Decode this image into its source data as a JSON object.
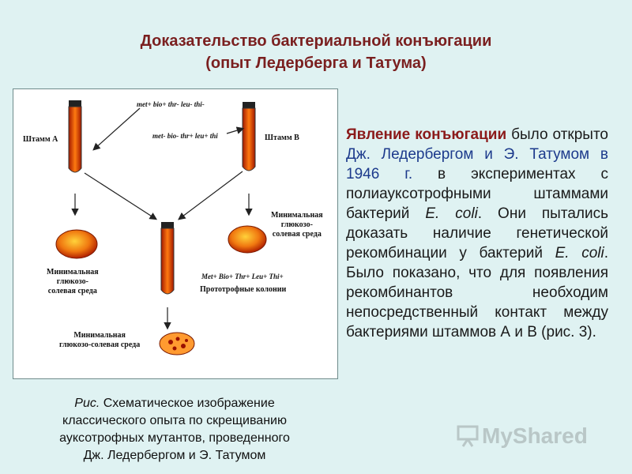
{
  "title": {
    "line1": "Доказательство бактериальной конъюгации",
    "line2": "(опыт Ледерберга и Татума)"
  },
  "figure": {
    "strain_a": "Штамм А",
    "strain_b": "Штамм В",
    "genotype_a": "met+ bio+ thr- leu- thi-",
    "genotype_b": "met- bio- thr+ leu+ thi",
    "medium_right_1": "Минимальная",
    "medium_right_2": "глюкозо-",
    "medium_right_3": "солевая среда",
    "medium_left_1": "Минимальная",
    "medium_left_2": "глюкозо-",
    "medium_left_3": "солевая среда",
    "recombinant_genotype": "Met+ Bio+ Thr+ Leu+ Thi+",
    "prototroph_colonies": "Прототрофные колонии",
    "medium_bottom_1": "Минимальная",
    "medium_bottom_2": "глюкозо-солевая среда"
  },
  "caption": {
    "prefix": "Рис.",
    "line1": " Схематическое изображение",
    "line2": "классического опыта по скрещиванию",
    "line3": "ауксотрофных мутантов, проведенного",
    "line4": "Дж. Ледербергом и Э. Татумом"
  },
  "text": {
    "part1": "Явление конъюгации",
    "part2": " было открыто ",
    "part3": "Дж. Ледербергом и Э. Татумом в 1946 г.",
    "part4": " в экспериментах с полиауксотрофными штаммами бактерий ",
    "part5": "E. coli",
    "part6": ". Они пытались доказать наличие генетической рекомбинации у бактерий ",
    "part7": "E. coli",
    "part8": ". Было показано, что для появления рекомбинантов необходим непосредственный контакт между бактериями штаммов А и В (рис. 3)."
  },
  "watermark": "MyShared",
  "colors": {
    "background": "#dff2f2",
    "title": "#7a1f1f",
    "highlight": "#8b1a1a",
    "blue_text": "#1c3a8c",
    "tube_fill": "#e06010"
  }
}
